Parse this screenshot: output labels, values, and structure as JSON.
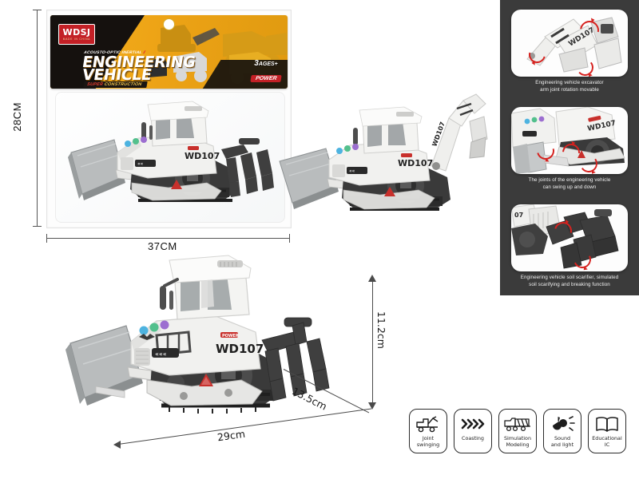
{
  "package": {
    "dimensions": {
      "height_label": "28CM",
      "width_label": "37CM"
    },
    "header_card": {
      "brand": "WDSJ",
      "brand_sub": "MADE IN CHINA",
      "subtitle": "ACOUSTO-OPTIC INERTIAL",
      "title_line1": "ENGINEERING",
      "title_line2": "VEHICLE",
      "banner_red": "SUPER",
      "banner_text": "CONSTRUCTION",
      "age_number": "3",
      "age_text": "AGES+",
      "power_badge": "POWER"
    }
  },
  "product": {
    "model_marking": "WD107",
    "power_decal": "POWER",
    "dimensions": {
      "length": "29cm",
      "depth": "13.5cm",
      "height": "11.2cm"
    }
  },
  "callouts": [
    {
      "id": "excavator-arm",
      "caption_line1": "Engineering vehicle excavator",
      "caption_line2": "arm joint rotation movable"
    },
    {
      "id": "swing-joints",
      "caption_line1": "The joints of the engineering vehicle",
      "caption_line2": "can swing up and down"
    },
    {
      "id": "soil-scarifier",
      "caption_line1": "Engineering vehicle soil scarifier, simulated",
      "caption_line2": "soil scarifying and breaking function"
    }
  ],
  "features": [
    {
      "icon": "tow-truck-icon",
      "label_line1": "Joint",
      "label_line2": "swinging"
    },
    {
      "icon": "chevrons-right-icon",
      "label_line1": "Coasting",
      "label_line2": ""
    },
    {
      "icon": "cement-mixer-icon",
      "label_line1": "Simulation",
      "label_line2": "Modeling"
    },
    {
      "icon": "sound-light-icon",
      "label_line1": "Sound",
      "label_line2": "and light"
    },
    {
      "icon": "open-book-icon",
      "label_line1": "Educational IC",
      "label_line2": ""
    }
  ],
  "colors": {
    "brand_red": "#c32026",
    "card_yellow": "#eda316",
    "panel_dark": "#3b3b3b",
    "arrow_red": "#d6221f",
    "body_white": "#f1f1ef",
    "track_dark": "#3a3a3a"
  }
}
